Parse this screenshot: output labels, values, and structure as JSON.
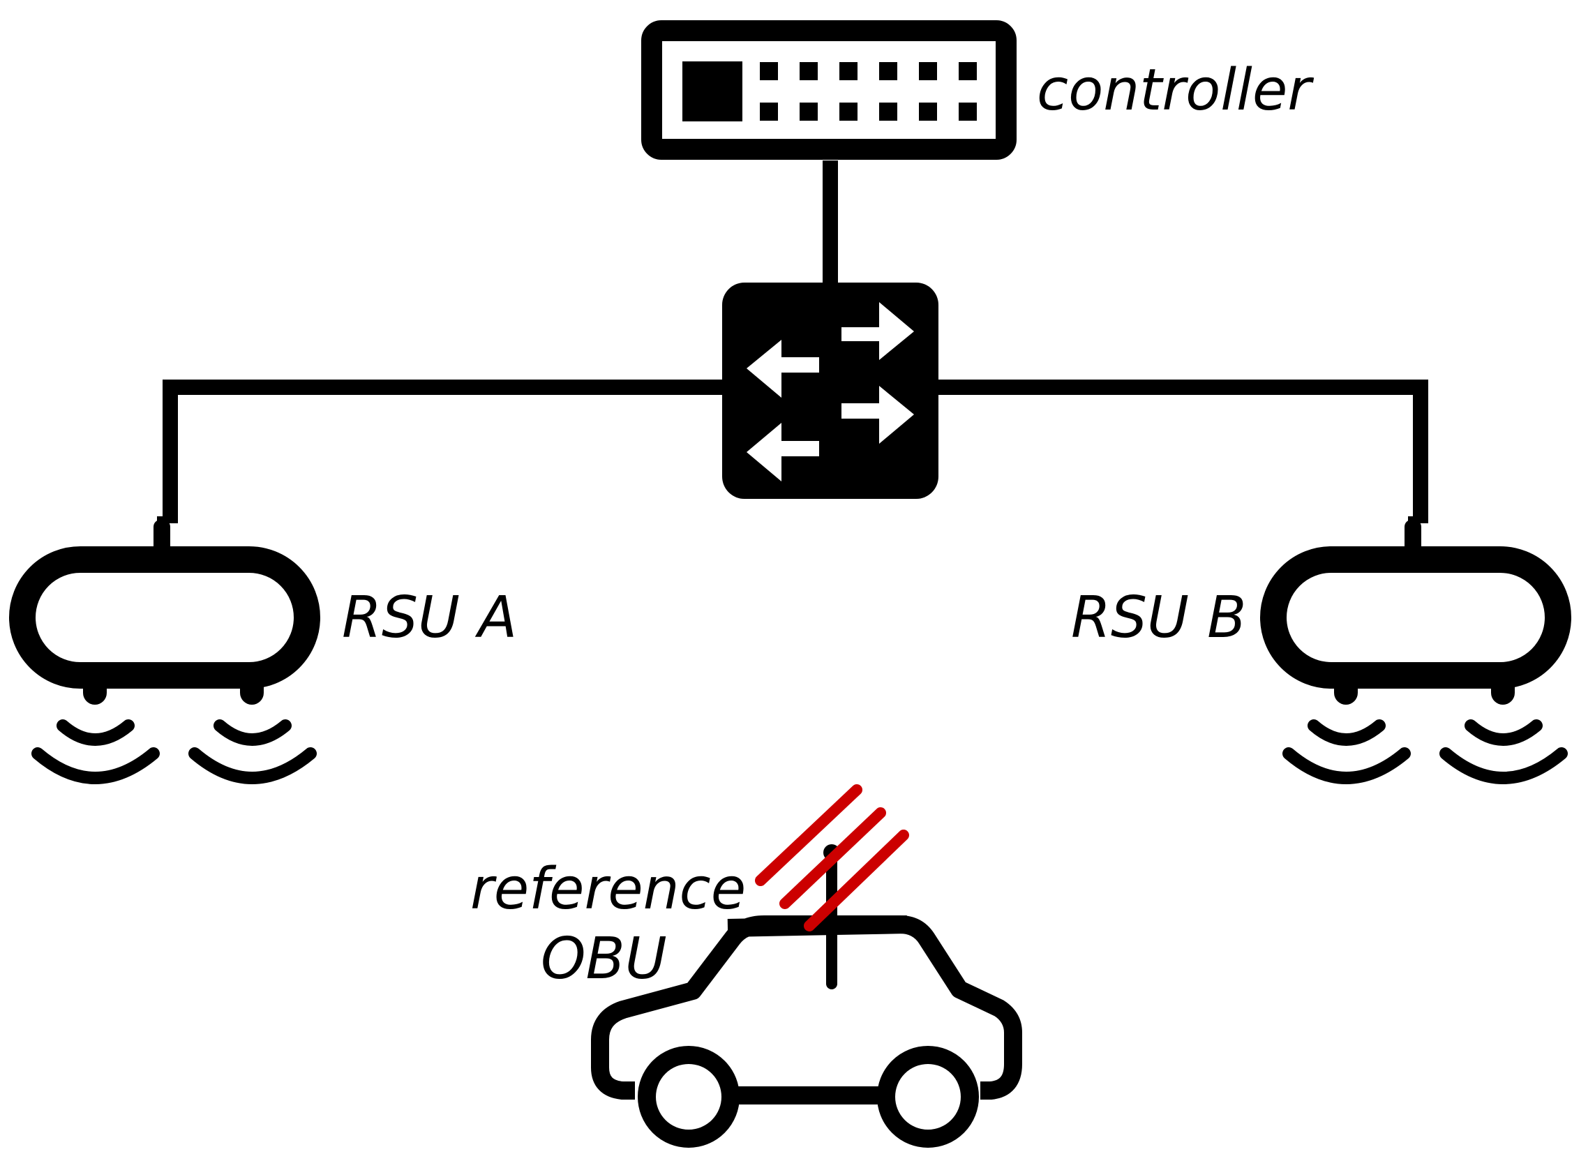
{
  "labels": {
    "controller": "controller",
    "rsu_a": "RSU A",
    "rsu_b": "RSU B",
    "obu_line1": "reference",
    "obu_line2": "OBU"
  },
  "icons": {
    "controller": "server-rack-icon",
    "switch": "network-switch-icon",
    "rsu": "roadside-unit-icon",
    "car": "car-icon",
    "antenna": "antenna-icon"
  },
  "colors": {
    "line": "#000000",
    "signal": "#cc0000",
    "background": "#ffffff"
  }
}
